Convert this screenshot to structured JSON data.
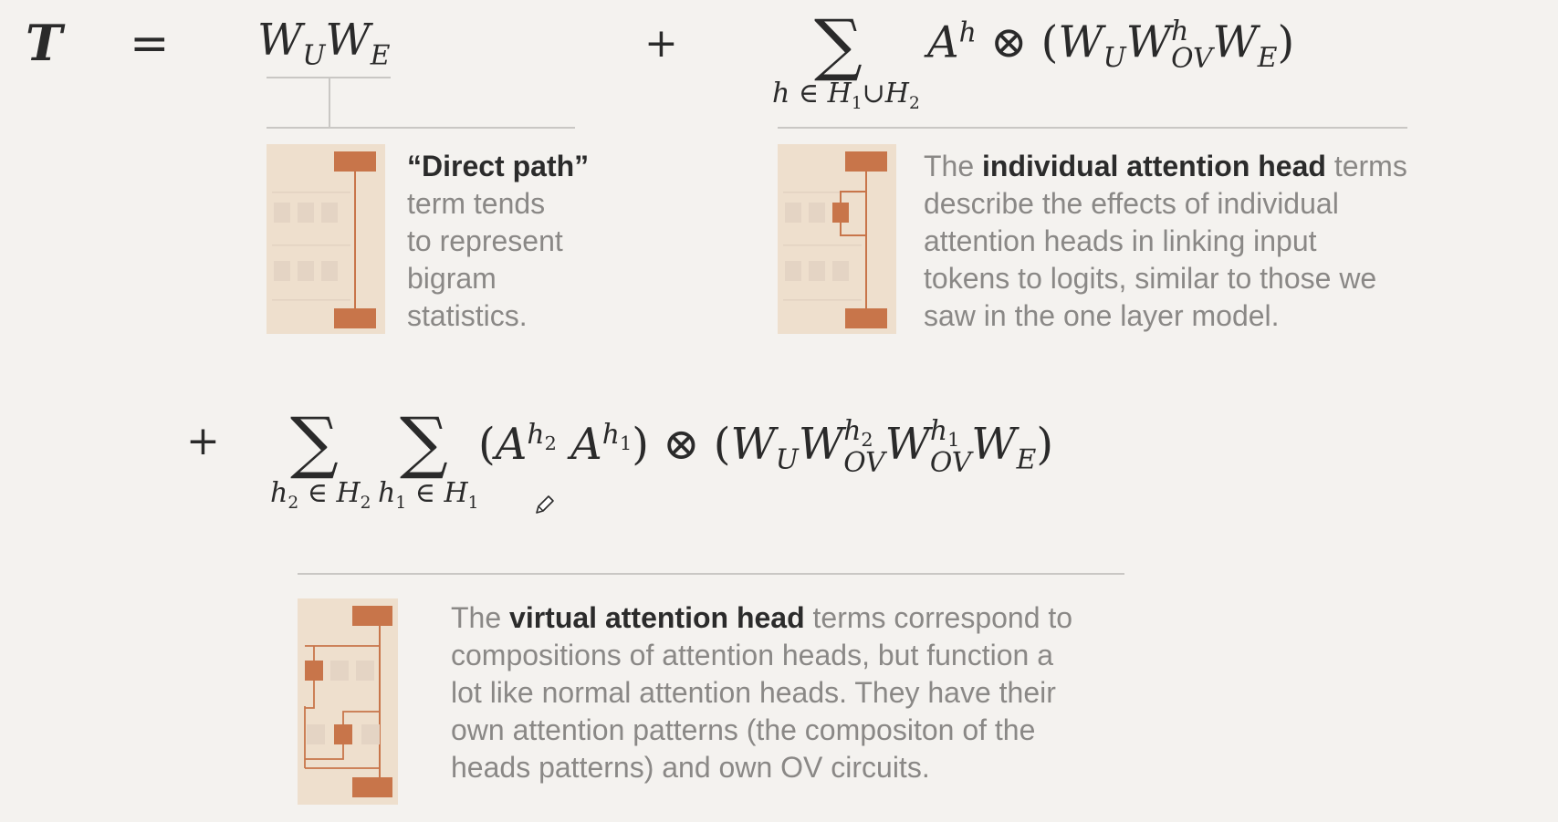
{
  "colors": {
    "background": "#f4f2ef",
    "thumb_bg": "#eedfcd",
    "accent": "#c8754a",
    "block": "#e4d4c4",
    "rule": "#c9c7c4"
  },
  "equation": {
    "lhs": "T",
    "equals": "=",
    "term1": {
      "W": "W",
      "U": "U",
      "E": "E"
    },
    "plus1": "+",
    "term2": {
      "sum_index": "h",
      "in": "∈",
      "H1": "H",
      "sub1": "1",
      "cup": "∪",
      "H2": "H",
      "sub2": "2",
      "A": "A",
      "A_sup": "h",
      "otimes": "⊗",
      "lparen": "(",
      "rparen": ")",
      "W": "W",
      "U": "U",
      "OV": "OV",
      "h": "h",
      "E": "E"
    },
    "plus2": "+",
    "term3": {
      "sum1_index": "h",
      "sum1_index_sub": "2",
      "sum1_set": "H",
      "sum1_set_sub": "2",
      "sum2_index": "h",
      "sum2_index_sub": "1",
      "sum2_set": "H",
      "sum2_set_sub": "1",
      "in": "∈",
      "A": "A",
      "h": "h",
      "sub2": "2",
      "sub1": "1",
      "otimes": "⊗",
      "lparen": "(",
      "rparen": ")",
      "W": "W",
      "U": "U",
      "OV": "OV",
      "E": "E"
    }
  },
  "descriptions": {
    "direct": {
      "bold": "“Direct path”",
      "rest": [
        "term tends",
        "to represent",
        "bigram",
        "statistics."
      ]
    },
    "individual": {
      "prefix": "The ",
      "bold": "individual attention head",
      "suffix": " terms",
      "rest": [
        "describe the effects of individual",
        "attention heads in linking input",
        "tokens to logits, similar to those we",
        "saw in the one layer model."
      ]
    },
    "virtual": {
      "prefix": "The ",
      "bold": "virtual attention head",
      "suffix": " terms correspond to",
      "rest": [
        "compositions of attention heads, but function a",
        "lot like normal attention heads. They have their",
        "own attention patterns (the compositon of the",
        "heads patterns) and own OV circuits."
      ]
    }
  },
  "icons": {
    "cursor": "pen-cursor-icon"
  }
}
